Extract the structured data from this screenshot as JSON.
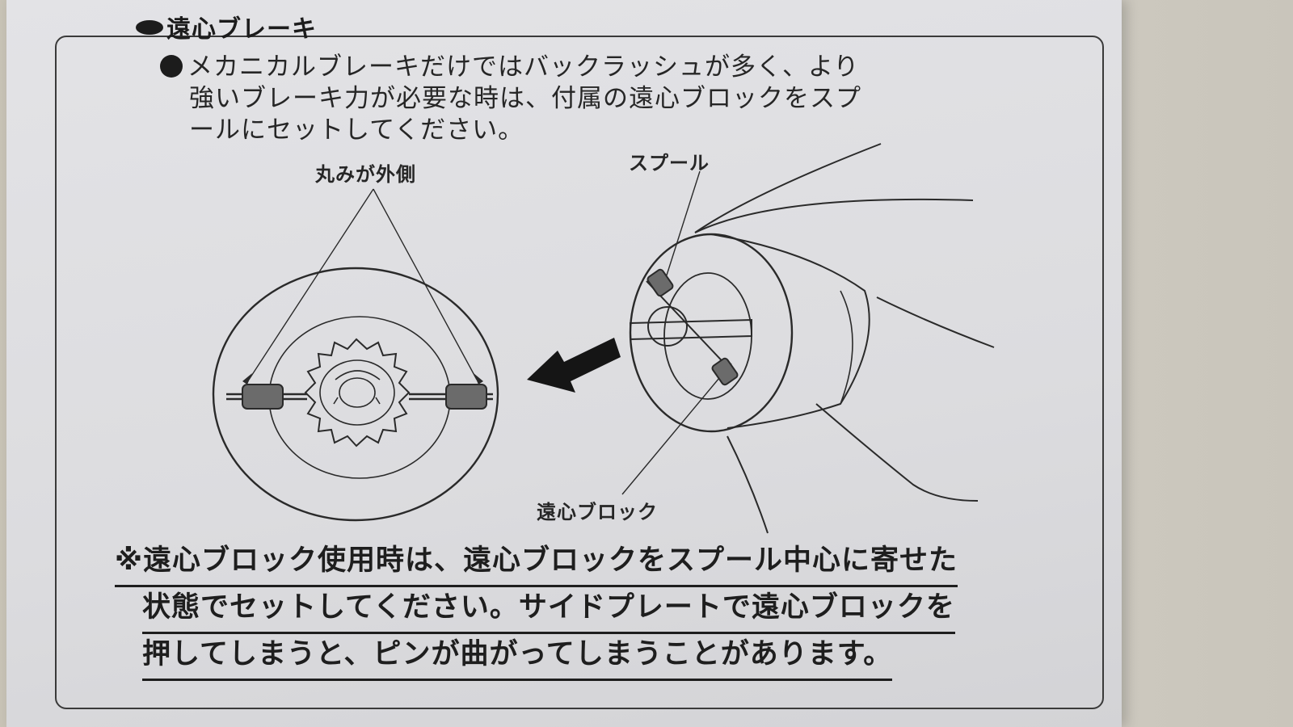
{
  "section_title": "遠心ブレーキ",
  "intro": {
    "line1": "メカニカルブレーキだけではバックラッシュが多く、より",
    "line2": "強いブレーキ力が必要な時は、付属の遠心ブロックをスプ",
    "line3": "ールにセットしてください。"
  },
  "labels": {
    "rounded_outside": "丸みが外側",
    "spool": "スプール",
    "centrifugal_block": "遠心ブロック"
  },
  "note": {
    "line1": "※遠心ブロック使用時は、遠心ブロックをスプール中心に寄せた",
    "line2": "状態でセットしてください。サイドプレートで遠心ブロックを",
    "line3": "押してしまうと、ピンが曲がってしまうことがあります。"
  }
}
